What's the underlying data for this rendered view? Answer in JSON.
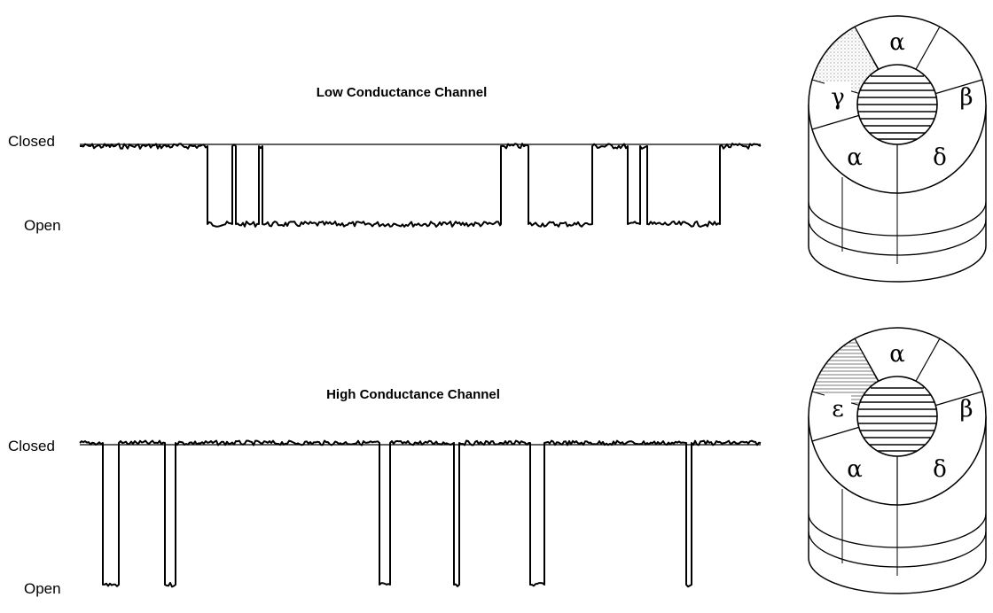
{
  "low": {
    "title": "Low Conductance Channel",
    "closed_label": "Closed",
    "open_label": "Open"
  },
  "high": {
    "title": "High Conductance Channel",
    "closed_label": "Closed",
    "open_label": "Open"
  },
  "receptor_low": {
    "top": "α",
    "right": "β",
    "left": "γ",
    "bottom_left": "α",
    "bottom_right": "δ"
  },
  "receptor_high": {
    "top": "α",
    "right": "β",
    "left": "ε",
    "bottom_left": "α",
    "bottom_right": "δ"
  },
  "colors": {
    "ink": "#000000",
    "background": "#ffffff",
    "stipple": "#9a9a9a"
  }
}
